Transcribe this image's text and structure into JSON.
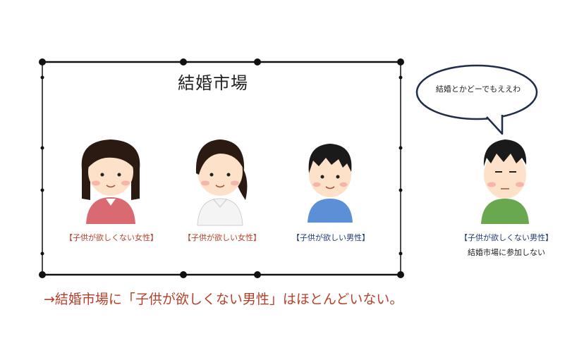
{
  "market": {
    "title": "結婚市場"
  },
  "people": [
    {
      "label": "【子供が欲しくない女性】",
      "label_color": "#b5402a",
      "shirt_color": "#d96a72",
      "hair": "long"
    },
    {
      "label": "【子供が欲しい女性】",
      "label_color": "#b5402a",
      "shirt_color": "#f4f4f4",
      "hair": "ponytail"
    },
    {
      "label": "【子供が欲しい男性】",
      "label_color": "#1f3b73",
      "shirt_color": "#5b8fd6",
      "hair": "short"
    }
  ],
  "outside_person": {
    "label": "【子供が欲しくない男性】",
    "note": "結婚市場に参加しない",
    "shirt_color": "#6aa84f",
    "speech": "結婚とかどーでもええわ"
  },
  "conclusion": "→結婚市場に「子供が欲しくない男性」はほとんどいない。"
}
